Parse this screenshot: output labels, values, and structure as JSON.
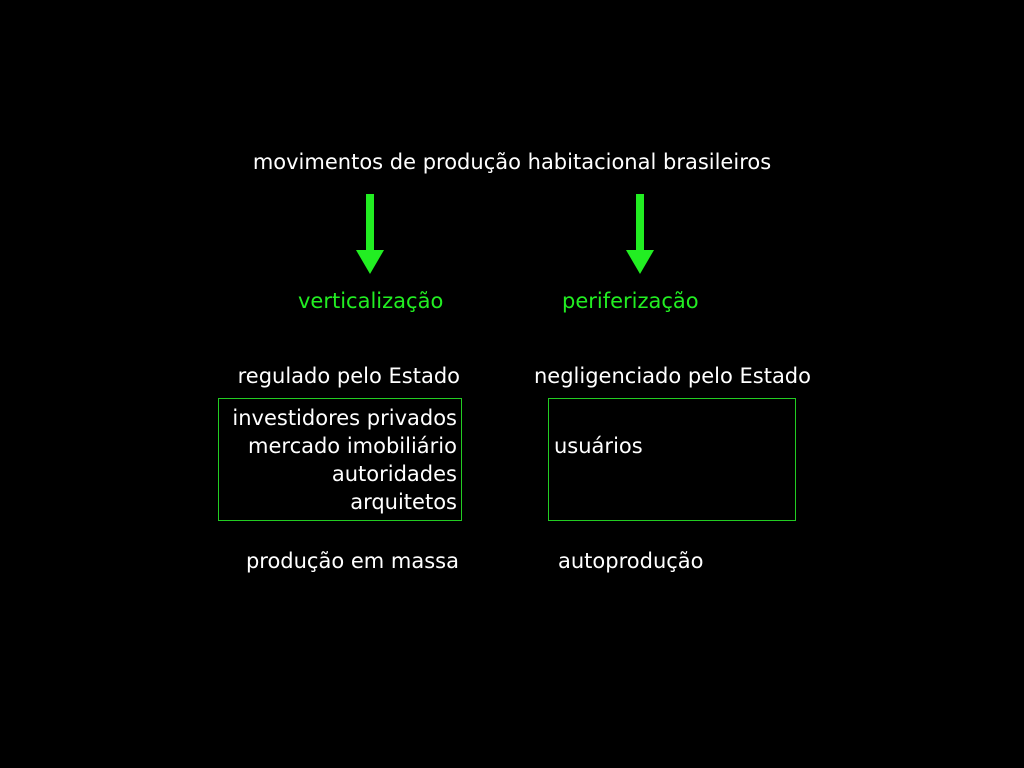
{
  "title": "movimentos de produção habitacional brasileiros",
  "colors": {
    "background": "#000000",
    "text": "#ffffff",
    "accent": "#22ee22",
    "box_border": "#22cc22"
  },
  "left": {
    "heading": "verticalização",
    "regulation": "regulado pelo Estado",
    "actors": [
      "investidores privados",
      "mercado imobiliário",
      "autoridades",
      "arquitetos"
    ],
    "production": "produção em massa"
  },
  "right": {
    "heading": "periferização",
    "regulation": "negligenciado pelo Estado",
    "actors": [
      "usuários"
    ],
    "production": "autoprodução"
  },
  "icons": {
    "left_arrow": "arrow-down-icon",
    "right_arrow": "arrow-down-icon"
  }
}
